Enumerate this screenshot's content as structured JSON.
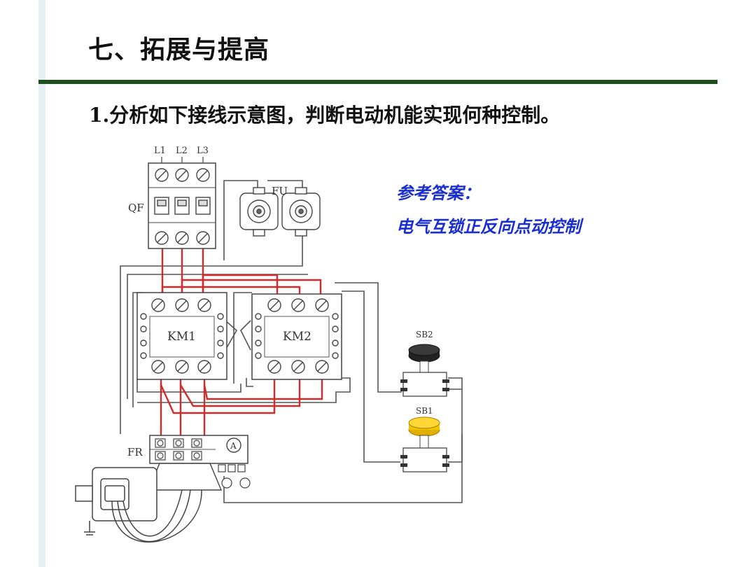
{
  "slide": {
    "title": "七、拓展与提高",
    "question": "1.分析如下接线示意图，判断电动机能实现何种控制。"
  },
  "answer": {
    "label": "参考答案：",
    "text": "电气互锁正反向点动控制"
  },
  "diagram": {
    "phase_labels": [
      "L1",
      "L2",
      "L3"
    ],
    "breaker_label": "QF",
    "fuse_label": "FU",
    "contactor1_label": "KM1",
    "contactor2_label": "KM2",
    "relay_label": "FR",
    "ammeter_label": "A",
    "button1_label": "SB2",
    "button2_label": "SB1"
  },
  "colors": {
    "title_rule": "#1f4f1f",
    "answer_text": "#1a2fd0",
    "power_wire": "#d42a2a",
    "control_wire": "#555555",
    "sb2_cap": "#222222",
    "sb1_cap": "#f2c400"
  }
}
